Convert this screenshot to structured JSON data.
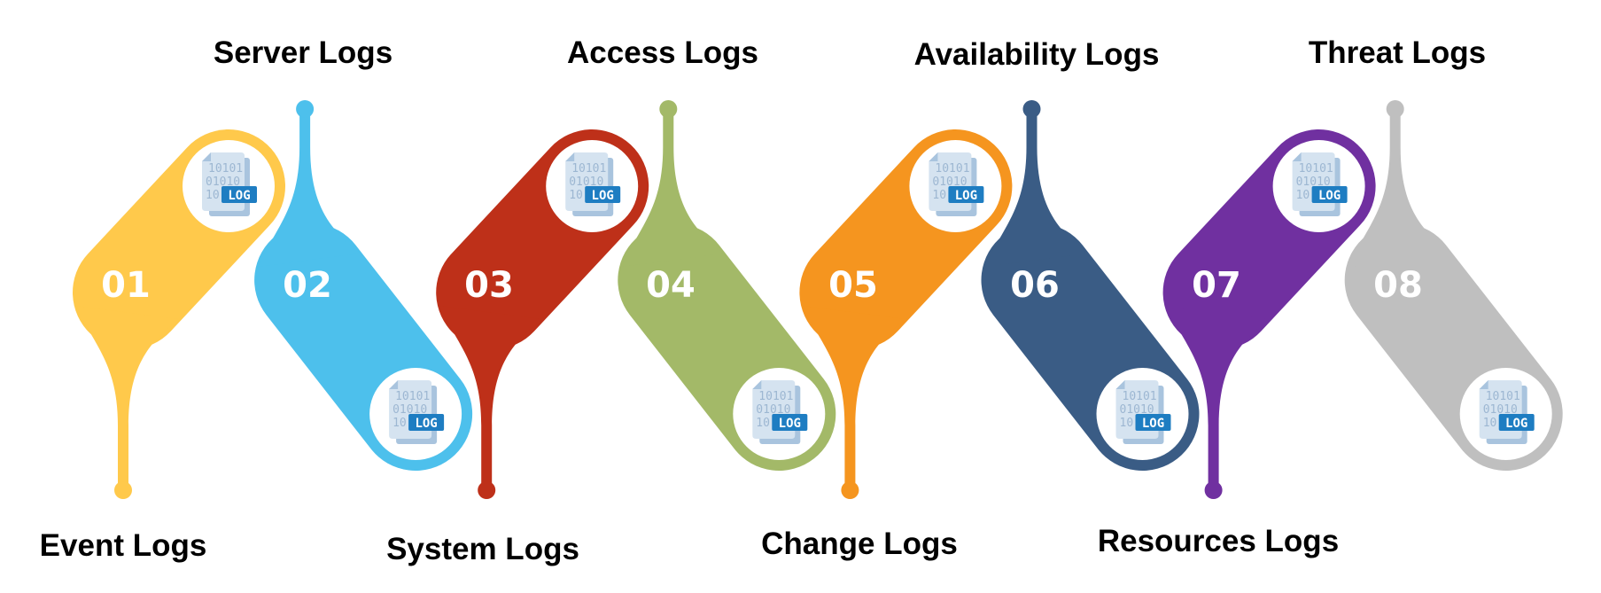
{
  "items": [
    {
      "number": "01",
      "title": "Event Logs",
      "color": "#FFC94B",
      "icon": "log-file-icon"
    },
    {
      "number": "02",
      "title": "Server Logs",
      "color": "#4DC0EC",
      "icon": "log-file-icon"
    },
    {
      "number": "03",
      "title": "System Logs",
      "color": "#BE3019",
      "icon": "log-file-icon"
    },
    {
      "number": "04",
      "title": "Access Logs",
      "color": "#A3B968",
      "icon": "log-file-icon"
    },
    {
      "number": "05",
      "title": "Change Logs",
      "color": "#F5951F",
      "icon": "log-file-icon"
    },
    {
      "number": "06",
      "title": "Availability Logs",
      "color": "#3A5C85",
      "icon": "log-file-icon"
    },
    {
      "number": "07",
      "title": "Resources Logs",
      "color": "#7030A0",
      "icon": "log-file-icon"
    },
    {
      "number": "08",
      "title": "Threat Logs",
      "color": "#BFBFBF",
      "icon": "log-file-icon"
    }
  ],
  "icon_text": {
    "binary_1": "10101",
    "binary_2": "01010",
    "binary_3": "10",
    "badge": "LOG"
  }
}
